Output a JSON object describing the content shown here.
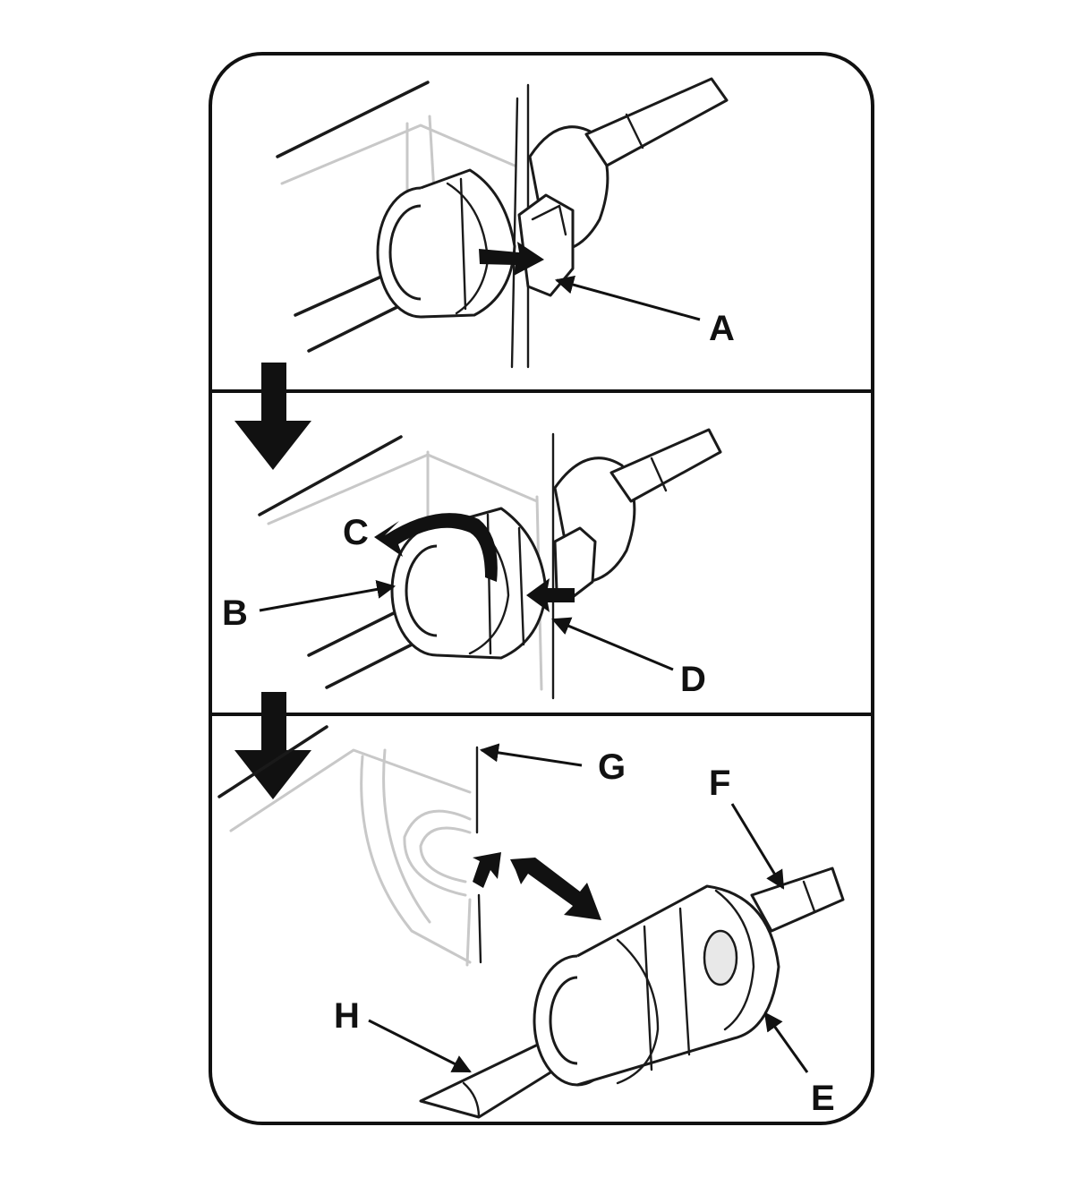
{
  "figure": {
    "panels": [
      {
        "id": "step-1",
        "callouts": [
          "A"
        ]
      },
      {
        "id": "step-2",
        "callouts": [
          "B",
          "C",
          "D"
        ]
      },
      {
        "id": "step-3",
        "callouts": [
          "E",
          "F",
          "G",
          "H"
        ]
      }
    ],
    "labels": {
      "A": "A",
      "B": "B",
      "C": "C",
      "D": "D",
      "E": "E",
      "F": "F",
      "G": "G",
      "H": "H"
    },
    "colors": {
      "line": "#111111",
      "background": "#ffffff",
      "panel_ghost": "#c8c8c8"
    },
    "icons": [
      "step-down-arrow",
      "slide-arrow",
      "rotate-arrow",
      "move-arrow"
    ]
  }
}
